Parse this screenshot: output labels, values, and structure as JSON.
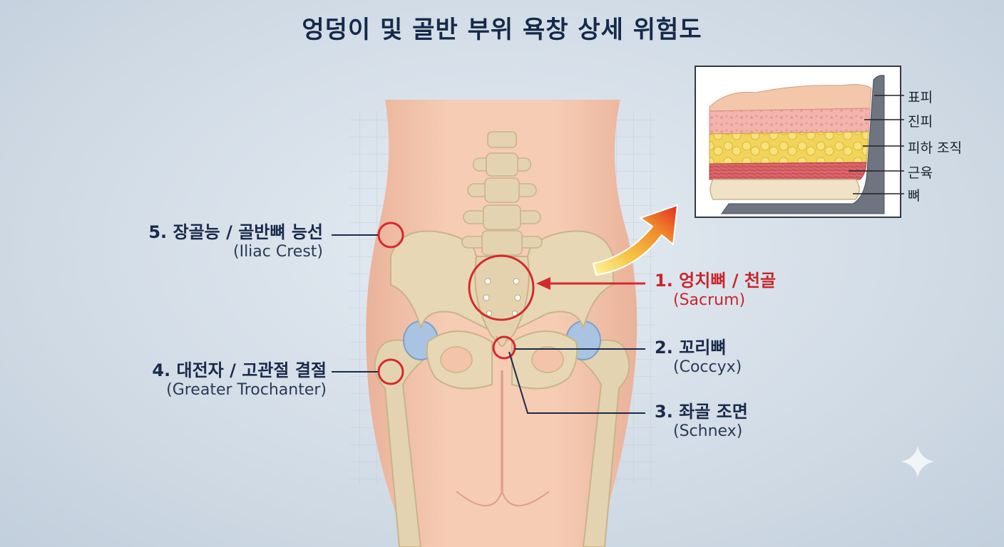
{
  "title": "엉덩이 및 골반 부위 욕창 상세 위험도",
  "labels": {
    "sacrum": {
      "ko": "1. 엉치뼈 / 천골",
      "en": "(Sacrum)"
    },
    "coccyx": {
      "ko": "2. 꼬리뼈",
      "en": "(Coccyx)"
    },
    "ischial": {
      "ko": "3. 좌골 조면",
      "en": "(Schnex)"
    },
    "trochanter": {
      "ko": "4. 대전자 / 고관절 결절",
      "en": "(Greater Trochanter)"
    },
    "iliac": {
      "ko": "5. 장골능 / 골반뼈 능선",
      "en": "(Iliac Crest)"
    }
  },
  "skin_layers": [
    "표피",
    "진피",
    "피하 조직",
    "근육",
    "뼈"
  ],
  "colors": {
    "risk_marker": "#d42a2f",
    "title": "#15294a",
    "bone": "#e4d3b0",
    "skin": "#f3c4aa"
  }
}
